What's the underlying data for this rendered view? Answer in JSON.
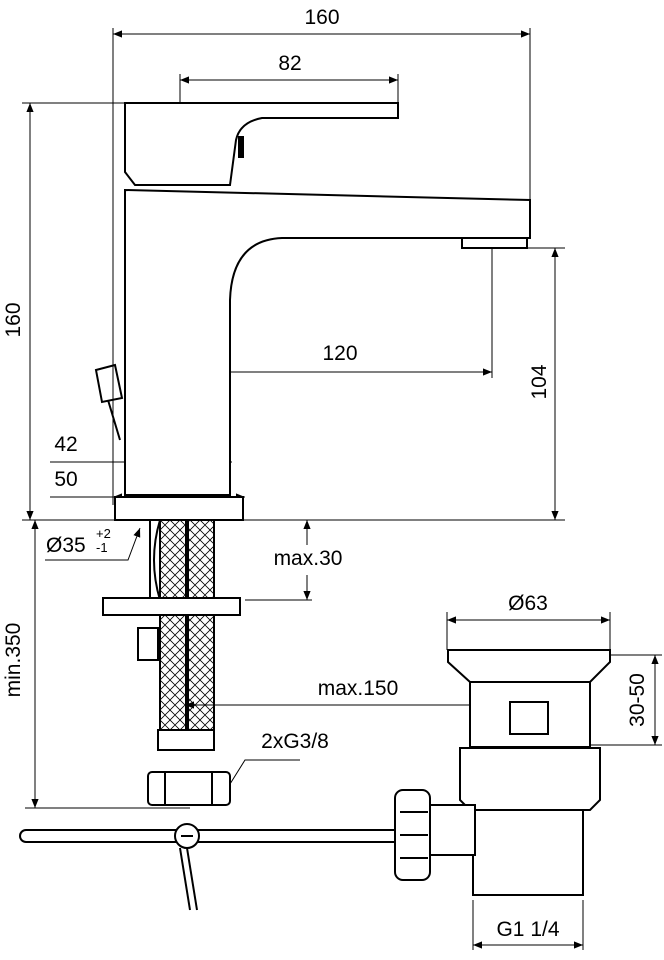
{
  "title": "Basin mixer dimension drawing",
  "dimensions": {
    "overall_width": "160",
    "handle_length": "82",
    "overall_height": "160",
    "spout_reach": "120",
    "spout_height": "104",
    "dim_42": "42",
    "dim_50": "50",
    "hole_diameter": "Ø35",
    "hole_tol_plus": "+2",
    "hole_tol_minus": "-1",
    "max_thickness": "max.30",
    "min_hose": "min.350",
    "max_150": "max.150",
    "connections": "2xG3/8",
    "waste_diameter": "Ø63",
    "waste_range": "30-50",
    "waste_thread": "G1 1/4"
  }
}
